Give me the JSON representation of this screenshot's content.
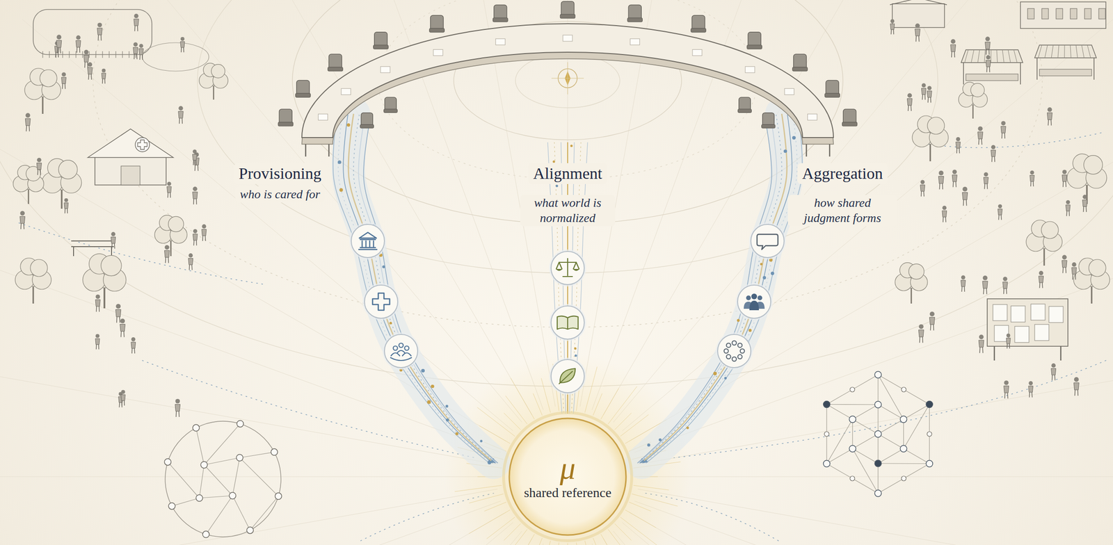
{
  "diagram": {
    "nodes": [
      {
        "text": [
          "μ",
          "shared reference"
        ]
      }
    ],
    "labels": [
      "Provisioning",
      "who is cared for",
      "Alignment",
      "what world is normalized",
      "Aggregation",
      "how shared judgment forms"
    ]
  }
}
